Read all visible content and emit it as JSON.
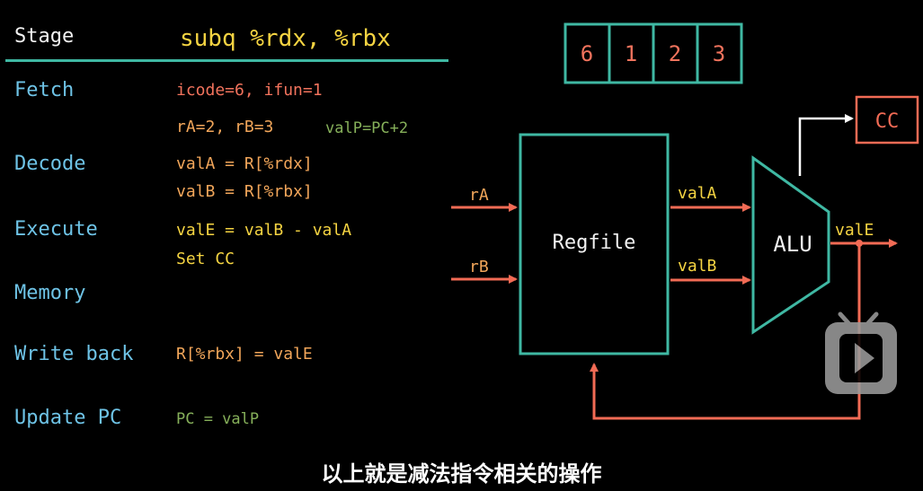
{
  "header": {
    "stage": "Stage",
    "instruction": "subq %rdx, %rbx"
  },
  "stages": {
    "fetch": "Fetch",
    "decode": "Decode",
    "execute": "Execute",
    "memory": "Memory",
    "writeback": "Write back",
    "updatepc": "Update PC"
  },
  "fetch": {
    "line1": "icode=6, ifun=1",
    "line2": "rA=2, rB=3",
    "valp": "valP=PC+2"
  },
  "decode": {
    "line1": "valA = R[%rdx]",
    "line2": "valB = R[%rbx]"
  },
  "execute": {
    "line1": "valE = valB - valA",
    "line2": "Set CC"
  },
  "writeback": {
    "line1": "R[%rbx] = valE"
  },
  "updatepc": {
    "line1": "PC = valP"
  },
  "bytes": [
    "6",
    "1",
    "2",
    "3"
  ],
  "diagram": {
    "cc": "CC",
    "regfile": "Regfile",
    "alu": "ALU",
    "ra": "rA",
    "rb": "rB",
    "vala": "valA",
    "valb": "valB",
    "vale": "valE"
  },
  "caption": "以上就是减法指令相关的操作",
  "colors": {
    "teal": "#3fb8a3",
    "arrow": "#f26b55",
    "stage": "#6ec3e6"
  }
}
